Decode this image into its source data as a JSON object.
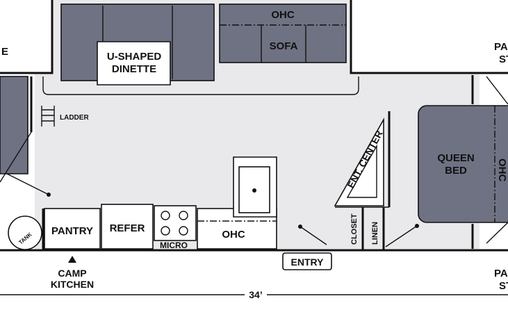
{
  "labels": {
    "ohc_top": "OHC",
    "sofa": "SOFA",
    "u_dinette_line1": "U-SHAPED",
    "u_dinette_line2": "DINETTE",
    "left_partial": "E",
    "ladder": "LADDER",
    "pantry": "PANTRY",
    "refer": "REFER",
    "micro": "MICRO",
    "ohc_kitchen": "OHC",
    "camp_kitchen_line1": "CAMP",
    "camp_kitchen_line2": "KITCHEN",
    "entry": "ENTRY",
    "ent_center": "ENT. CENTER",
    "closet": "CLOSET",
    "linen": "LINEN",
    "queen_bed_line1": "QUEEN",
    "queen_bed_line2": "BED",
    "ohc_bed": "OHC",
    "pa_top_line1": "PA",
    "pa_top_line2": "ST",
    "pa_bottom_line1": "PA",
    "pa_bottom_line2": "ST",
    "length": "34’",
    "tank": "TANK"
  },
  "colors": {
    "furniture_grey": "#6f7283",
    "floor": "#e9e9ec",
    "outline": "#111111"
  }
}
